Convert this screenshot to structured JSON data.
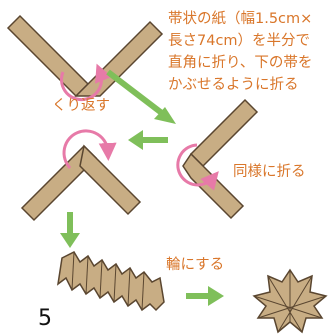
{
  "instruction": {
    "lines": [
      "帯状の紙（幅1.5cm×",
      "長さ74cm）を半分で",
      "直角に折り、下の帯を",
      "かぶせるように折る"
    ]
  },
  "labels": {
    "repeat": "くり返す",
    "same_fold": "同様に折る",
    "make_ring": "輪にする"
  },
  "step_number": "5",
  "colors": {
    "accent_text": "#d9762a",
    "arrow": "#7fbf5a",
    "rotate_arrow": "#e77aa8",
    "paper_fill": "#c8ad84",
    "paper_stroke": "#5a4630"
  }
}
